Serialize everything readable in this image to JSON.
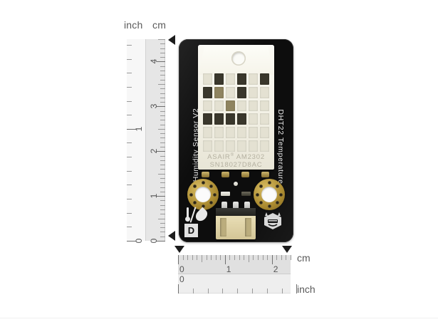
{
  "page": {
    "background": "#ffffff",
    "divider_color": "#f0f0f0"
  },
  "units": {
    "inch_top_label": "inch",
    "cm_top_label": "cm",
    "cm_side_label": "cm",
    "inch_side_label": "inch"
  },
  "vertical_ruler": {
    "orientation": "vertical",
    "zero_at": "bottom",
    "cm_scale": {
      "unit": "cm",
      "labels": [
        "0",
        "1",
        "2",
        "3",
        "4"
      ],
      "min": 0,
      "max": 4.5,
      "track_color": "#e6e6e6"
    },
    "inch_scale": {
      "unit": "inch",
      "labels": [
        "0",
        "1"
      ],
      "min": 0,
      "max": 1.8,
      "track_color": "#f7f7f7"
    },
    "markers": {
      "top": "triangle-left",
      "bottom": "triangle-left",
      "color": "#1c1c1c"
    }
  },
  "horizontal_ruler": {
    "orientation": "horizontal",
    "zero_at": "left",
    "cm_scale": {
      "unit": "cm",
      "labels": [
        "0",
        "1",
        "2"
      ],
      "min": 0,
      "max": 2.4,
      "track_color": "#e0e0e0"
    },
    "inch_scale": {
      "unit": "inch",
      "labels": [
        "0"
      ],
      "min": 0,
      "max": 0.95,
      "track_color": "#eeeeee"
    },
    "markers": {
      "left": "triangle-down",
      "right": "triangle-down",
      "color": "#1c1c1c"
    }
  },
  "product": {
    "name": "DHT22 Temperature & Humidity Sensor V2",
    "pcb_color": "#0d0d0d",
    "silkscreen": {
      "right_text": "DHT22 Temperature",
      "left_text": "& Humidity Sensor V2",
      "pin_label": "D"
    },
    "sensor_module": {
      "brand": "ASAIR",
      "brand_mark": "®",
      "model": "AM2302",
      "line1": "ASAIR",
      "line1_model": "AM2302",
      "serial": "SN18027D8AC",
      "body_color": "#f3f1e6"
    },
    "icons": {
      "thermometer_humidity": "thermometer-droplet-icon",
      "brand_logo": "dfrobot-robot-logo-icon"
    },
    "hardware": {
      "mounting_holes": 2,
      "mounting_hole_plating": "#a9892f",
      "connector": "3-pin JST header",
      "connector_color": "#e3d7ad"
    },
    "measured_size": {
      "height_cm": "4.5",
      "width_cm": "2.4"
    }
  }
}
